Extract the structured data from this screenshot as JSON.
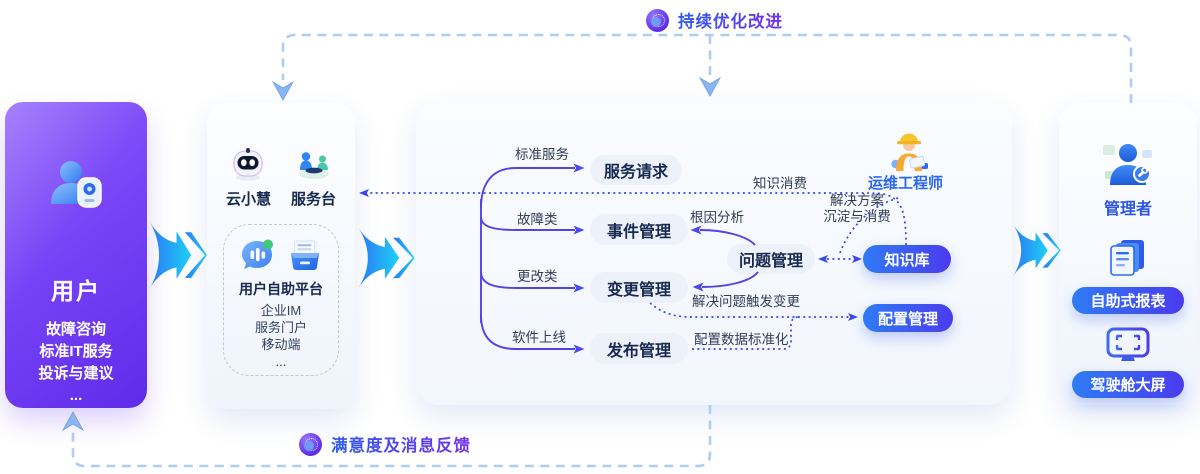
{
  "feedback_loops": {
    "top": {
      "label": "持续优化改进"
    },
    "bottom": {
      "label": "满意度及消息反馈"
    }
  },
  "user_panel": {
    "title": "用户",
    "items": [
      "故障咨询",
      "标准IT服务",
      "投诉与建议",
      "..."
    ]
  },
  "platform_panel": {
    "assistant_label": "云小慧",
    "desk_label": "服务台",
    "self_service": {
      "title": "用户自助平台",
      "items": [
        "企业IM",
        "服务门户",
        "移动端",
        "..."
      ]
    }
  },
  "process_panel": {
    "branches": [
      {
        "label": "标准服务",
        "pill": "服务请求"
      },
      {
        "label": "故障类",
        "pill": "事件管理"
      },
      {
        "label": "更改类",
        "pill": "变更管理"
      },
      {
        "label": "软件上线",
        "pill": "发布管理"
      }
    ],
    "problem_pill": "问题管理",
    "knowledge_pill": "知识库",
    "config_pill": "配置管理",
    "engineer_label": "运维工程师",
    "flow_labels": {
      "knowledge_consume": "知识消费",
      "root_cause": "根因分析",
      "solution_line1": "解决方案",
      "solution_line2": "沉淀与消费",
      "trigger_change": "解决问题触发变更",
      "config_standard": "配置数据标准化"
    }
  },
  "admin_panel": {
    "title": "管理者",
    "report_pill": "自助式报表",
    "screen_pill": "驾驶舱大屏"
  },
  "colors": {
    "accent_blue": "#2E6BF2",
    "accent_indigo": "#5243E6",
    "accent_cyan": "#1ED0F7",
    "purple_panel_start": "#8F62FB",
    "purple_panel_end": "#5E2BE9",
    "pill_blue_start": "#2F7CF5",
    "pill_blue_end": "#4A3BEE",
    "dashed_loop": "#AFCDF2",
    "dotted_line": "#3947EA"
  }
}
